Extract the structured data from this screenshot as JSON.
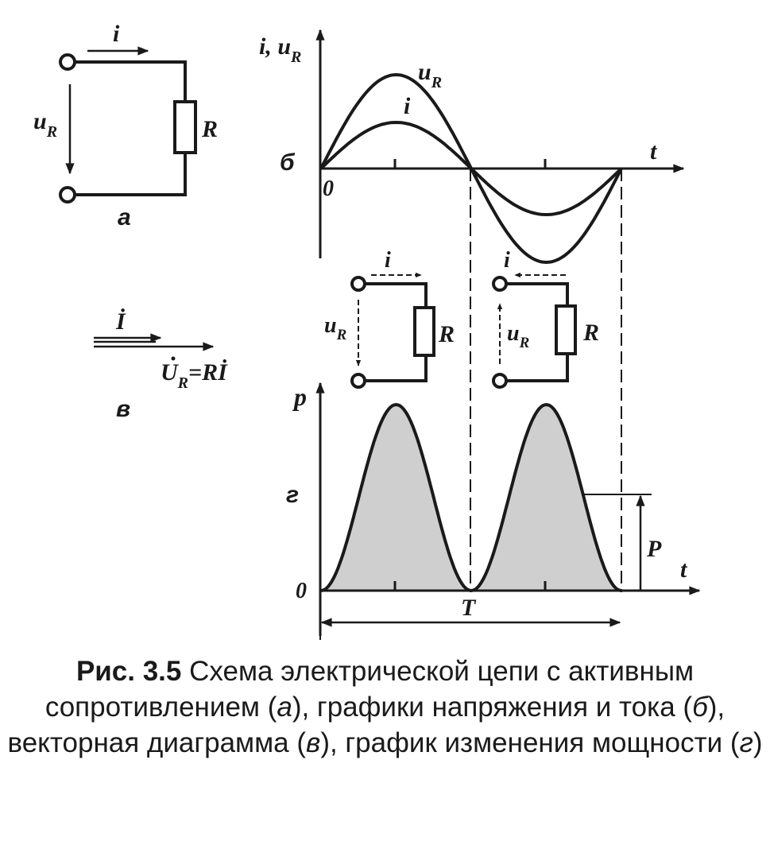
{
  "circuit_a": {
    "current": "i",
    "voltage": "u",
    "voltage_sub": "R",
    "resistor": "R",
    "panel": "а"
  },
  "graph_b": {
    "y_label": "i, u",
    "y_label_sub": "R",
    "x_label": "t",
    "origin": "0",
    "curve_u": "u",
    "curve_u_sub": "R",
    "curve_i": "i",
    "panel": "б"
  },
  "vector_c": {
    "current_vec": "İ",
    "voltage_vec": "U",
    "voltage_vec_sub": "R",
    "voltage_vec_rhs": "=Rİ",
    "panel": "в"
  },
  "circuit_half1": {
    "current": "i",
    "voltage": "u",
    "voltage_sub": "R",
    "resistor": "R"
  },
  "circuit_half2": {
    "current": "i",
    "voltage": "u",
    "voltage_sub": "R",
    "resistor": "R"
  },
  "graph_d": {
    "y_label": "p",
    "x_label": "t",
    "origin": "0",
    "avg_power": "P",
    "period": "T",
    "panel": "г",
    "fill_color": "#cfcfcf"
  },
  "caption": {
    "bold": "Рис. 3.5",
    "text": " Схема электрической цепи с активным сопротивлением (",
    "a": "а",
    "t2": "), графики напряжения и тока (",
    "b": "б",
    "t3": "), векторная диаграмма (",
    "v": "в",
    "t4": "), график изменения мощности (",
    "g": "г",
    "t5": ")"
  }
}
